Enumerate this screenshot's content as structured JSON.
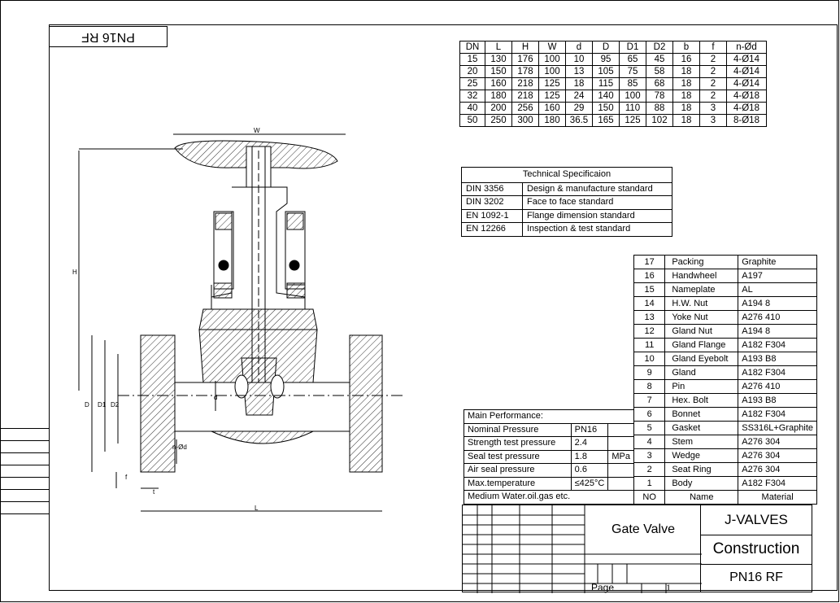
{
  "drawing_title_rotated": "PN16 RF",
  "dimension_table": {
    "headers": [
      "DN",
      "L",
      "H",
      "W",
      "d",
      "D",
      "D1",
      "D2",
      "b",
      "f",
      "n-Ød"
    ],
    "rows": [
      [
        "15",
        "130",
        "176",
        "100",
        "10",
        "95",
        "65",
        "45",
        "16",
        "2",
        "4-Ø14"
      ],
      [
        "20",
        "150",
        "178",
        "100",
        "13",
        "105",
        "75",
        "58",
        "18",
        "2",
        "4-Ø14"
      ],
      [
        "25",
        "160",
        "218",
        "125",
        "18",
        "115",
        "85",
        "68",
        "18",
        "2",
        "4-Ø14"
      ],
      [
        "32",
        "180",
        "218",
        "125",
        "24",
        "140",
        "100",
        "78",
        "18",
        "2",
        "4-Ø18"
      ],
      [
        "40",
        "200",
        "256",
        "160",
        "29",
        "150",
        "110",
        "88",
        "18",
        "3",
        "4-Ø18"
      ],
      [
        "50",
        "250",
        "300",
        "180",
        "36.5",
        "165",
        "125",
        "102",
        "18",
        "3",
        "8-Ø18"
      ]
    ]
  },
  "tech_spec": {
    "title": "Technical Specificaion",
    "rows": [
      [
        "DIN 3356",
        "Design & manufacture standard"
      ],
      [
        "DIN 3202",
        "Face to face standard"
      ],
      [
        "EN 1092-1",
        "Flange dimension standard"
      ],
      [
        "EN 12266",
        "Inspection & test standard"
      ]
    ]
  },
  "parts": {
    "rows": [
      [
        "17",
        "Packing",
        "Graphite"
      ],
      [
        "16",
        "Handwheel",
        "A197"
      ],
      [
        "15",
        "Nameplate",
        "AL"
      ],
      [
        "14",
        "H.W. Nut",
        "A194 8"
      ],
      [
        "13",
        "Yoke Nut",
        "A276 410"
      ],
      [
        "12",
        "Gland Nut",
        "A194 8"
      ],
      [
        "11",
        "Gland Flange",
        "A182 F304"
      ],
      [
        "10",
        "Gland Eyebolt",
        "A193 B8"
      ],
      [
        "9",
        "Gland",
        "A182 F304"
      ],
      [
        "8",
        "Pin",
        "A276 410"
      ],
      [
        "7",
        "Hex. Bolt",
        "A193 B8"
      ],
      [
        "6",
        "Bonnet",
        "A182 F304"
      ],
      [
        "5",
        "Gasket",
        "SS316L+Graphite"
      ],
      [
        "4",
        "Stem",
        "A276 304"
      ],
      [
        "3",
        "Wedge",
        "A276 304"
      ],
      [
        "2",
        "Seat Ring",
        "A276 304"
      ],
      [
        "1",
        "Body",
        "A182 F304"
      ]
    ],
    "header": [
      "NO",
      "Name",
      "Material"
    ]
  },
  "performance": {
    "title": "Main Performance:",
    "rows": [
      [
        "Nominal Pressure",
        "PN16",
        ""
      ],
      [
        "Strength test pressure",
        "2.4",
        ""
      ],
      [
        "Seal test pressure",
        "1.8",
        "MPa"
      ],
      [
        "Air seal pressure",
        "0.6",
        ""
      ],
      [
        "Max.temperature",
        "≤425°C",
        ""
      ]
    ],
    "medium": "Medium   Water.oil.gas etc."
  },
  "title_block": {
    "product": "Gate Valve",
    "company": "J-VALVES",
    "type": "Construction",
    "rating": "PN16 RF",
    "page_label": "Page",
    "page_number": "1"
  },
  "drawing_labels": {
    "W": "W",
    "H": "H",
    "D": "D",
    "D1": "D1",
    "D2": "D2",
    "d": "d",
    "L": "L",
    "f": "f",
    "t": "t",
    "n_od": "n-Ød"
  }
}
